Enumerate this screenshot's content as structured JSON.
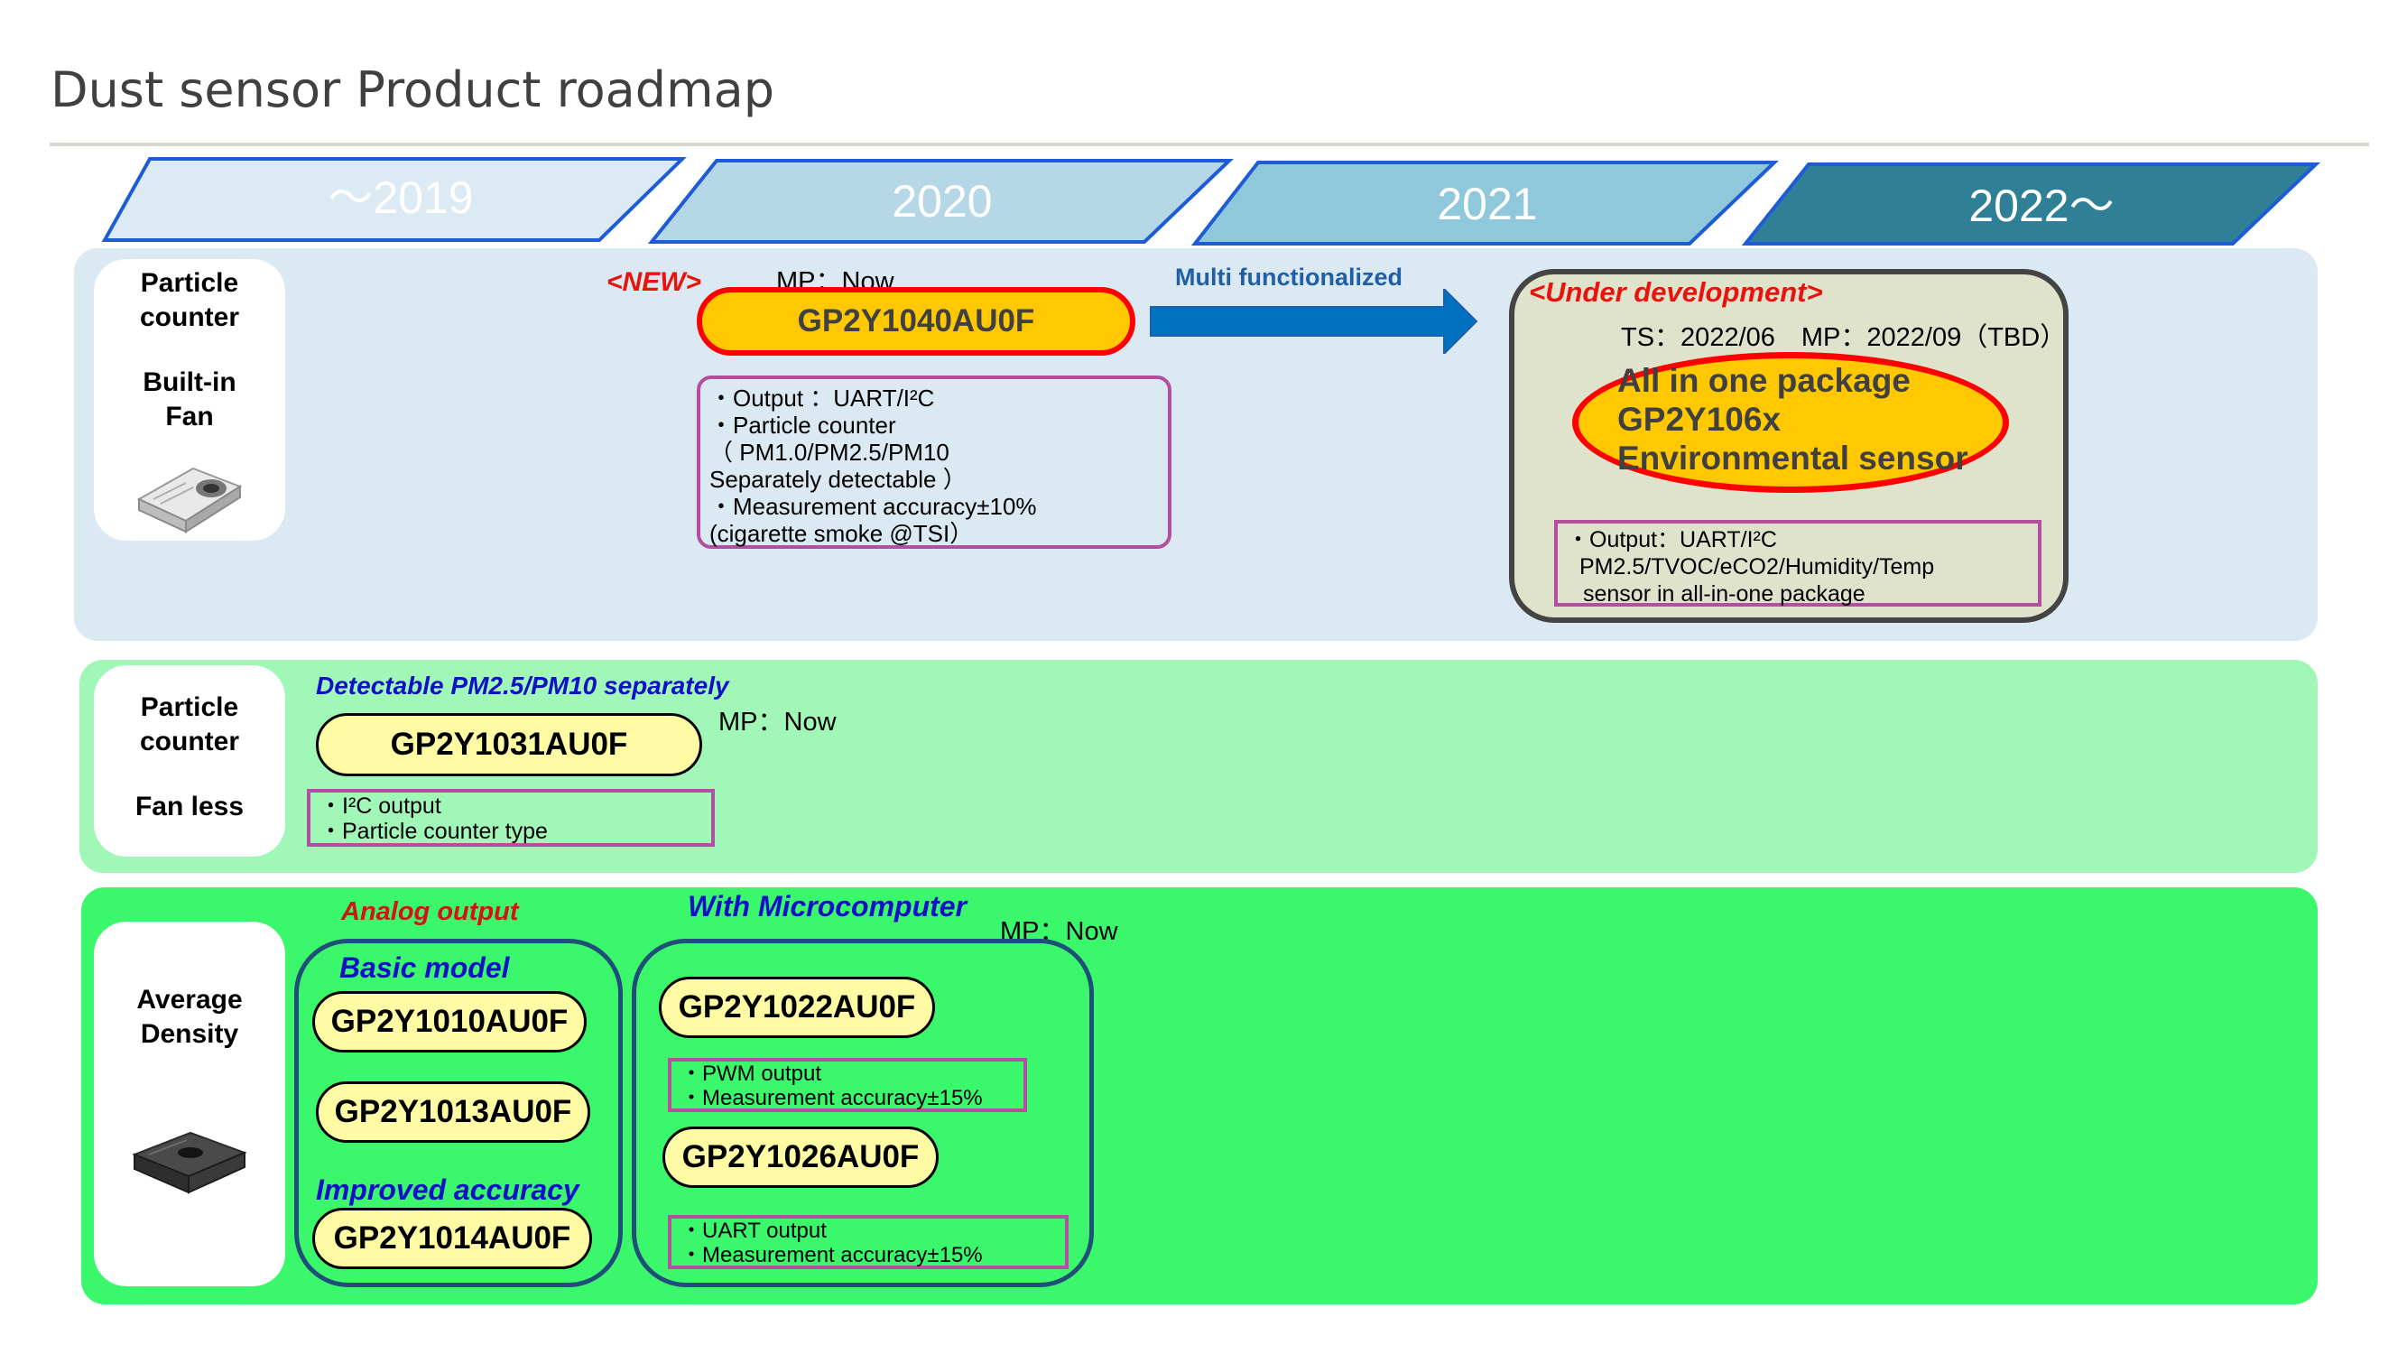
{
  "page": {
    "title": "Dust sensor Product roadmap"
  },
  "timeline": [
    {
      "label": "～2019",
      "fill": "#dbeaf3",
      "stroke": "#1e5bd6"
    },
    {
      "label": "2020",
      "fill": "#b6d8e6",
      "stroke": "#1e5bd6"
    },
    {
      "label": "2021",
      "fill": "#8fc8db",
      "stroke": "#1e5bd6"
    },
    {
      "label": "2022～",
      "fill": "#2f7f96",
      "stroke": "#1e5bd6"
    }
  ],
  "rows": {
    "built_in_fan": {
      "line1": "Particle",
      "line2": "counter",
      "line3": "Built-in",
      "line4": "Fan",
      "image_icon": "fan-sensor-image"
    },
    "fan_less": {
      "line1": "Particle",
      "line2": "counter",
      "line3": "Fan less"
    },
    "average_density": {
      "line1": "Average",
      "line2": "Density",
      "image_icon": "dust-sensor-module-image"
    }
  },
  "row1": {
    "new_tag": "<NEW>",
    "mp_label": "MP：Now",
    "product": "GP2Y1040AU0F",
    "spec_lines": [
      "・Output ：UART/I²C",
      "・Particle counter",
      "（ PM1.0/PM2.5/PM10",
      "Separately detectable ）",
      "・Measurement accuracy±10%",
      "(cigarette smoke @TSI）"
    ],
    "arrow_label": "Multi functionalized",
    "dev_tag": "<Under development>",
    "dev_dates": "TS：2022/06　MP：2022/09（TBD）",
    "dev_product_lines": [
      "All in one package",
      "GP2Y106x",
      "Environmental sensor"
    ],
    "dev_spec_lines": [
      "・Output：UART/I²C",
      "PM2.5/TVOC/eCO2/Humidity/Temp",
      "sensor in all-in-one package"
    ]
  },
  "row2": {
    "headline": "Detectable PM2.5/PM10  separately",
    "product": "GP2Y1031AU0F",
    "mp_label": "MP：Now",
    "spec_lines": [
      "・I²C output",
      "・Particle counter  type"
    ]
  },
  "row3": {
    "analog_label": "Analog output",
    "basic_label": "Basic model",
    "basic_products": [
      "GP2Y1010AU0F",
      "GP2Y1013AU0F"
    ],
    "improved_label": "Improved accuracy",
    "improved_product": "GP2Y1014AU0F",
    "micro_label": "With Microcomputer",
    "mp_label": "MP：Now",
    "micro_product_1": "GP2Y1022AU0F",
    "micro_spec_1": [
      "・PWM output",
      "・Measurement accuracy±15%"
    ],
    "micro_product_2": "GP2Y1026AU0F",
    "micro_spec_2": [
      "・UART output",
      "・Measurement accuracy±15%"
    ]
  },
  "colors": {
    "red_tag": "#e8130c",
    "blue_label": "#1010c8",
    "arrow_label": "#1f5fa8",
    "arrow": "#0070c0"
  }
}
